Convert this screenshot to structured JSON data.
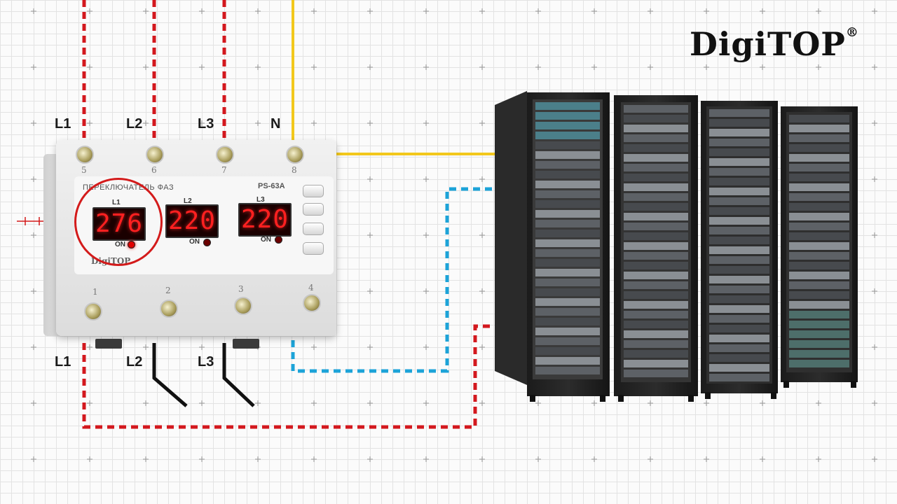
{
  "logo": {
    "text": "DigiTOP",
    "mark": "®"
  },
  "wire_labels_top": [
    "L1",
    "L2",
    "L3",
    "N"
  ],
  "wire_labels_bottom": [
    "L1",
    "L2",
    "L3"
  ],
  "device": {
    "title": "ПЕРЕКЛЮЧАТЕЛЬ ФАЗ",
    "model": "PS-63A",
    "brand": "DigiTOP",
    "displays": [
      {
        "label": "L1",
        "value": "276",
        "on_text": "ON",
        "active": true
      },
      {
        "label": "L2",
        "value": "220",
        "on_text": "ON",
        "active": false
      },
      {
        "label": "L3",
        "value": "220",
        "on_text": "ON",
        "active": false
      }
    ],
    "terminals_top": [
      "5",
      "6",
      "7",
      "8"
    ],
    "terminals_bottom": [
      "1",
      "2",
      "3",
      "4"
    ]
  },
  "colors": {
    "phase_wire": "#d3181e",
    "neutral_wire": "#f2c81c",
    "output_wire": "#1ca3d8",
    "highlight": "#d31b1b"
  },
  "icons": [
    "server-rack-icon"
  ]
}
